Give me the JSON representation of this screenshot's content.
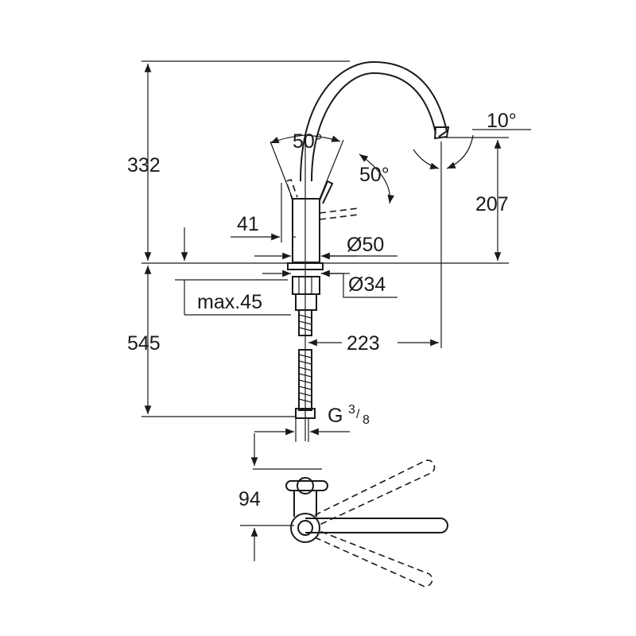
{
  "dimensions": {
    "height_above_counter": "332",
    "height_below_counter": "545",
    "spout_outlet_height": "207",
    "spout_reach": "223",
    "spout_angle": "10°",
    "lever_angle_side": "50°",
    "lever_angle_front": "50°",
    "lever_offset": "41",
    "body_diameter": "Ø50",
    "mount_diameter": "Ø34",
    "max_counter_thickness": "max.45",
    "connection_thread": "G",
    "connection_thread_num": "3",
    "connection_thread_den": "8",
    "plan_offset": "94"
  },
  "colors": {
    "line": "#1a1a1a",
    "background": "#ffffff"
  }
}
